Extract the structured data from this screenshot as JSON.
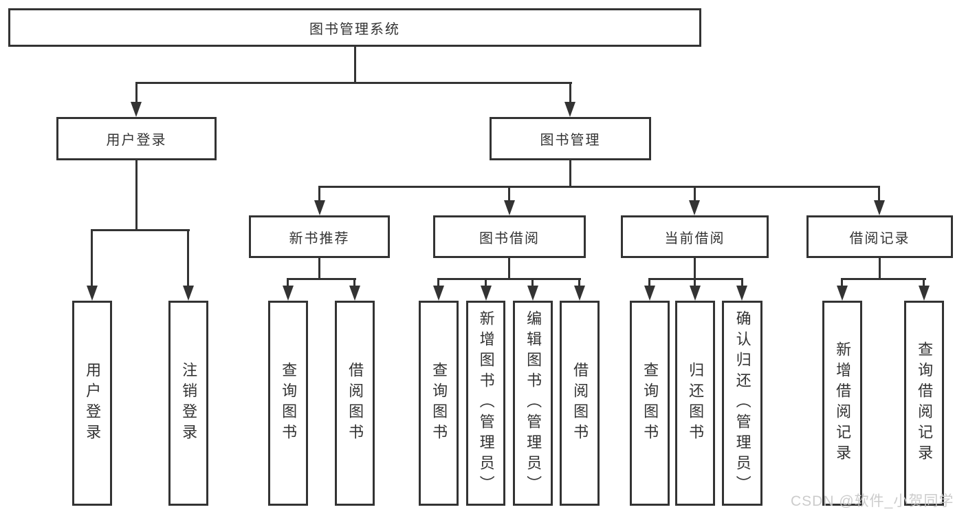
{
  "tree": {
    "label": "图书管理系统",
    "children": [
      {
        "label": "用户登录",
        "children": [
          {
            "label": "用户登录"
          },
          {
            "label": "注销登录"
          }
        ]
      },
      {
        "label": "图书管理",
        "children": [
          {
            "label": "新书推荐",
            "children": [
              {
                "label": "查询图书"
              },
              {
                "label": "借阅图书"
              }
            ]
          },
          {
            "label": "图书借阅",
            "children": [
              {
                "label": "查询图书"
              },
              {
                "label": "新增图书（管理员）"
              },
              {
                "label": "编辑图书（管理员）"
              },
              {
                "label": "借阅图书"
              }
            ]
          },
          {
            "label": "当前借阅",
            "children": [
              {
                "label": "查询图书"
              },
              {
                "label": "归还图书"
              },
              {
                "label": "确认归还（管理员）"
              }
            ]
          },
          {
            "label": "借阅记录",
            "children": [
              {
                "label": "新增借阅记录"
              },
              {
                "label": "查询借阅记录"
              }
            ]
          }
        ]
      }
    ]
  },
  "watermark": "CSDN @软件_小贺同学",
  "colors": {
    "line": "#333333",
    "node_background": "#ffffff",
    "text": "#333333",
    "watermark": "#c8c8c8"
  }
}
